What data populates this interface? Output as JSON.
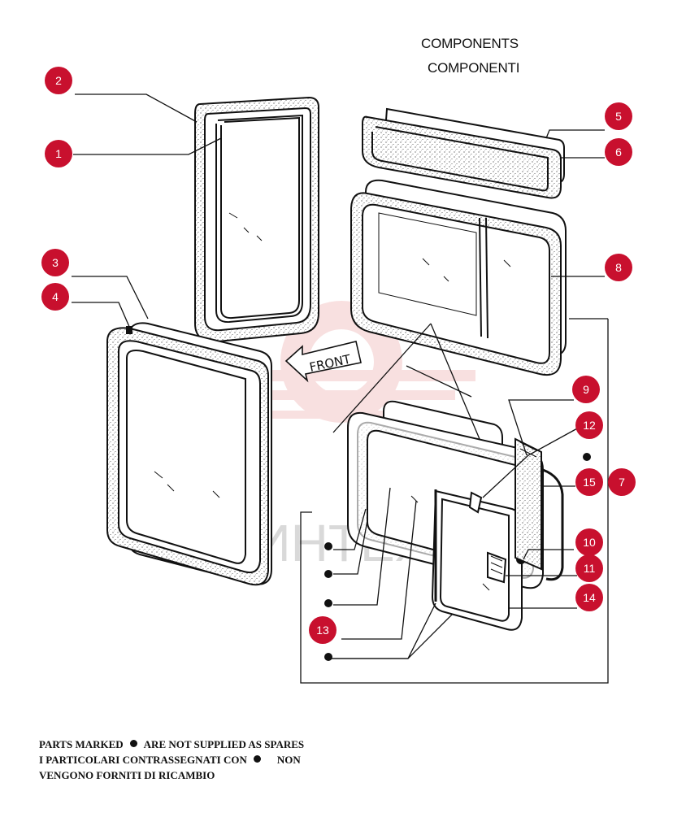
{
  "title": {
    "line1": "COMPONENTS",
    "line2": "COMPONENTI"
  },
  "arrow_label": "FRONT",
  "watermark": "ИНТЕХ",
  "callouts": [
    "1",
    "2",
    "3",
    "4",
    "5",
    "6",
    "7",
    "8",
    "9",
    "10",
    "11",
    "12",
    "13",
    "14",
    "15"
  ],
  "legend": {
    "line1_before": "PARTS MARKED",
    "line1_after": "ARE NOT SUPPLIED AS SPARES",
    "line2_before": "I PARTICOLARI CONTRASSEGNATI CON",
    "line2_after": "NON",
    "line3": "VENGONO FORNITI DI RICAMBIO"
  },
  "colors": {
    "callout": "#c8102e",
    "watermark": "#f4c7c7"
  }
}
